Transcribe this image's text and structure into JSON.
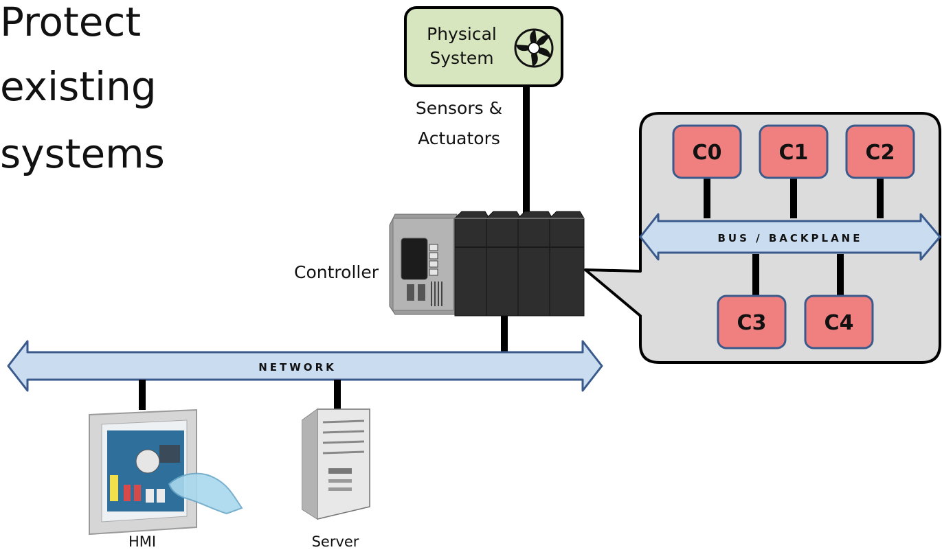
{
  "title": {
    "lines": [
      "Protect",
      "existing",
      "systems"
    ]
  },
  "physical_system": {
    "label_lines": [
      "Physical",
      "System"
    ]
  },
  "sensors": {
    "label_lines": [
      "Sensors &",
      "Actuators"
    ]
  },
  "controller": {
    "label": "Controller"
  },
  "network": {
    "label": "NETWORK"
  },
  "hmi": {
    "label": "HMI"
  },
  "server": {
    "label": "Server"
  },
  "callout": {
    "bus_label": "BUS / BACKPLANE",
    "components": [
      "C0",
      "C1",
      "C2",
      "C3",
      "C4"
    ]
  },
  "colors": {
    "physical_fill": "#d8e6c0",
    "component_fill": "#f08080",
    "component_border": "#3a5a8c",
    "bus_fill": "#c9dcf0",
    "bus_border": "#3a5a8c",
    "callout_fill": "#dcdcdc"
  },
  "icons": [
    "fan-icon",
    "controller-icon",
    "hmi-icon",
    "server-icon"
  ]
}
